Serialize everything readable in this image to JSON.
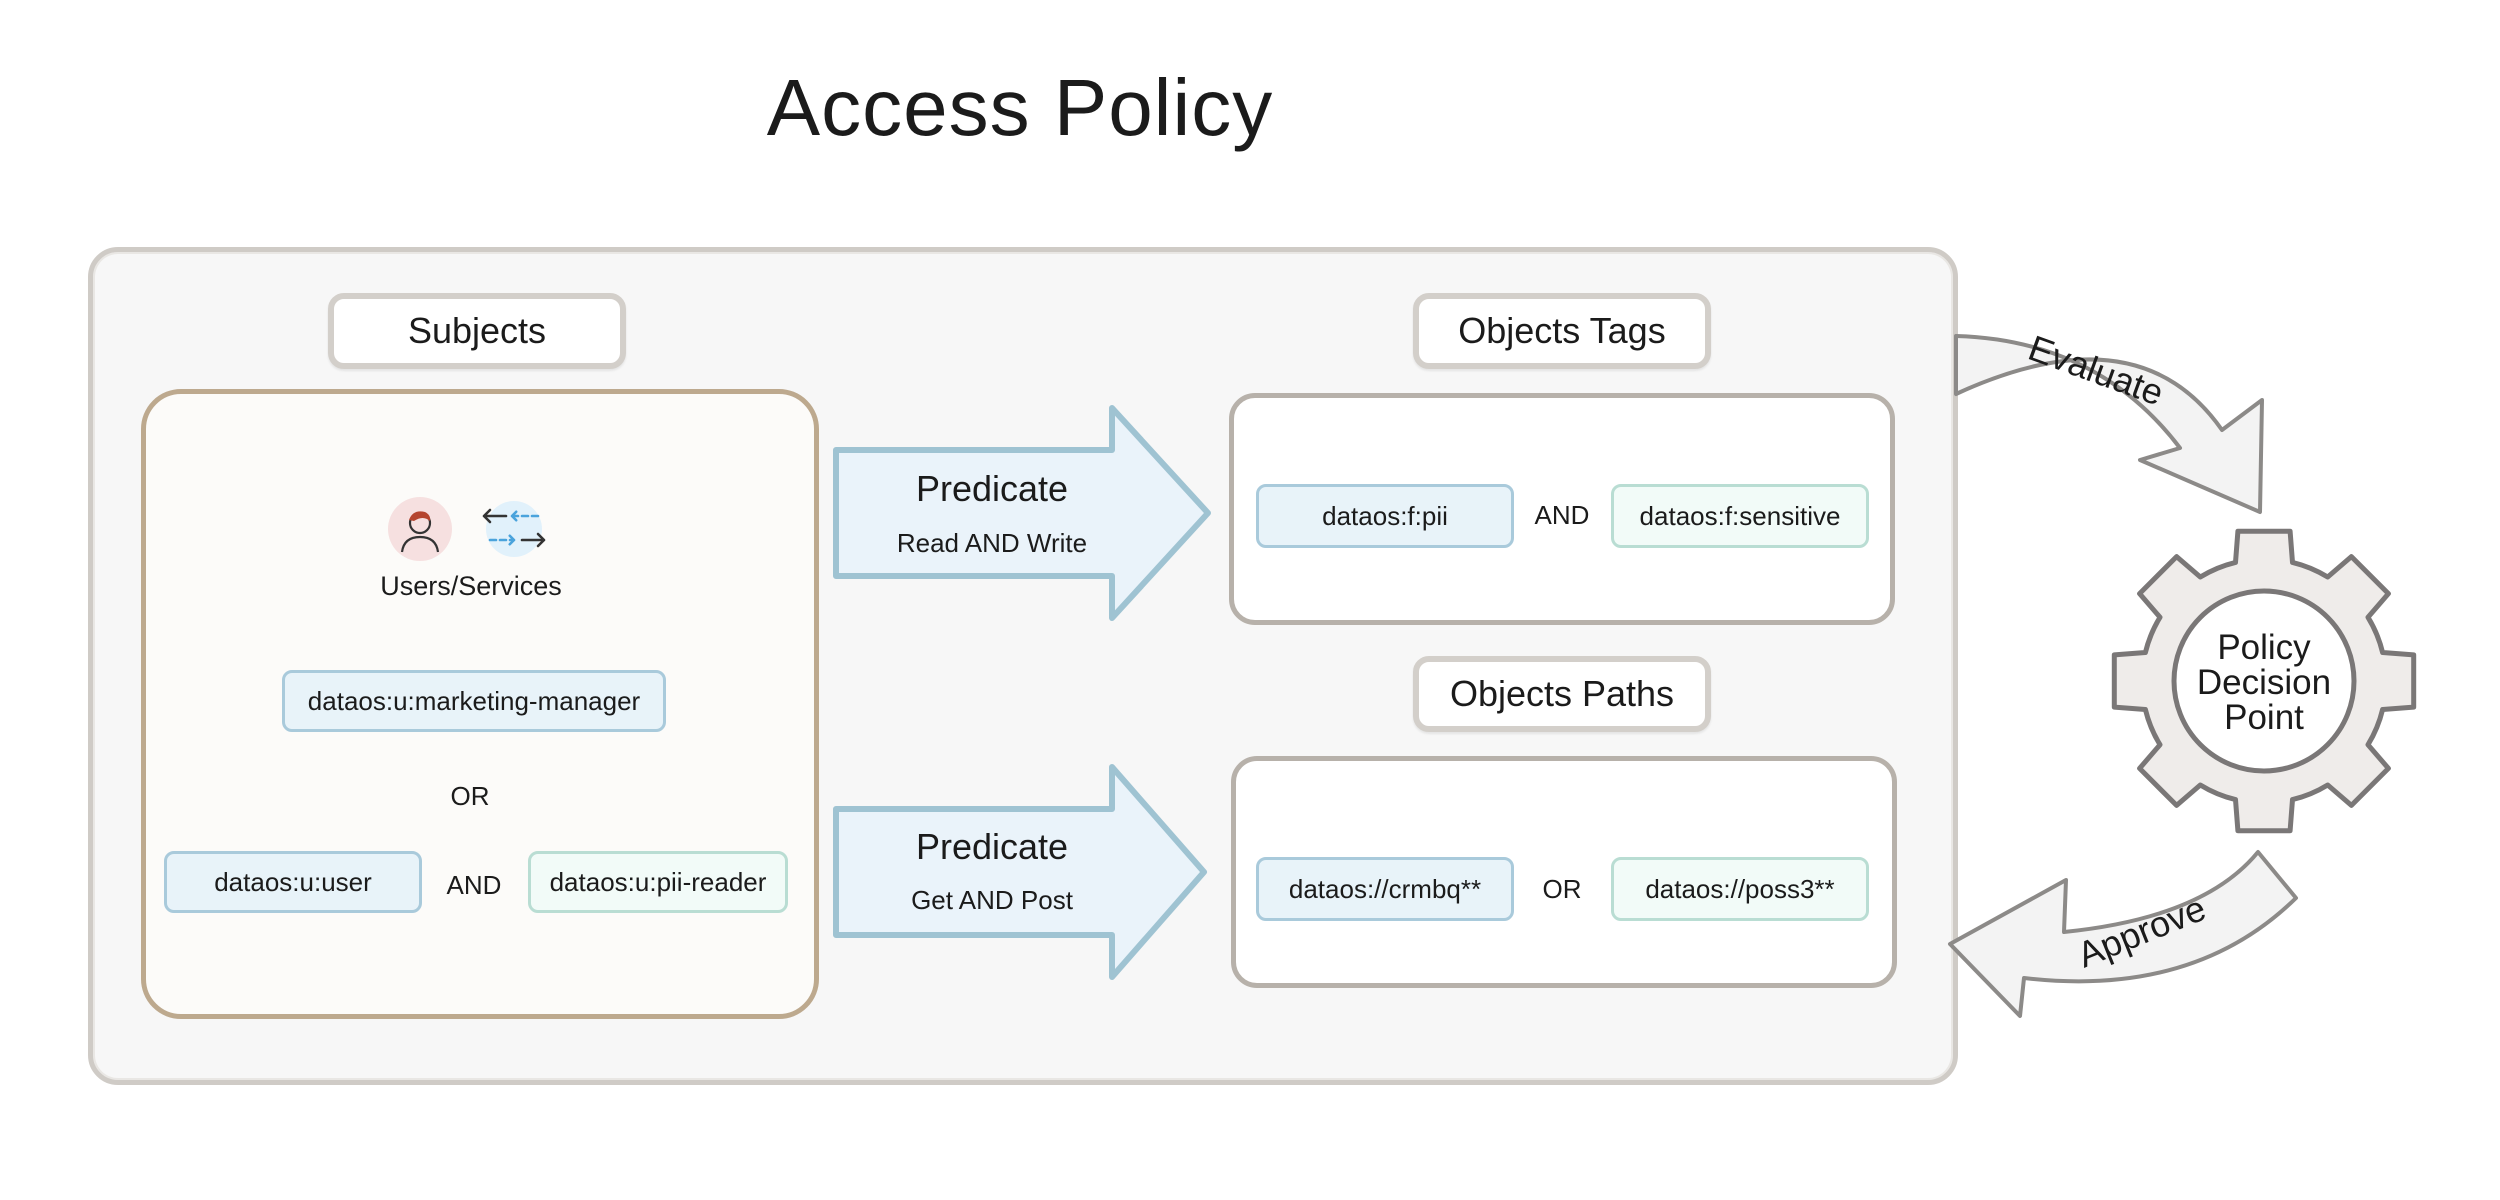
{
  "title": "Access Policy",
  "subjects": {
    "label": "Subjects",
    "caption": "Users/Services",
    "chip_primary": "dataos:u:marketing-manager",
    "or_label": "OR",
    "chip_left": "dataos:u:user",
    "and_label": "AND",
    "chip_right": "dataos:u:pii-reader"
  },
  "predicates": [
    {
      "title": "Predicate",
      "subtitle": "Read AND Write"
    },
    {
      "title": "Predicate",
      "subtitle": "Get AND Post"
    }
  ],
  "object_tags": {
    "label": "Objects Tags",
    "chip_left": "dataos:f:pii",
    "op": "AND",
    "chip_right": "dataos:f:sensitive"
  },
  "object_paths": {
    "label": "Objects Paths",
    "chip_left": "dataos://crmbq**",
    "op": "OR",
    "chip_right": "dataos://poss3**"
  },
  "flow": {
    "evaluate": "Evaluate",
    "approve": "Approve",
    "decision_point": [
      "Policy",
      "Decision",
      "Point"
    ]
  },
  "colors": {
    "arrow_fill": "#eaf3fa",
    "arrow_stroke": "#9fc3d2",
    "chip_blue": "#e8f3f9",
    "chip_mint": "#f2fbf8",
    "subjects_border": "#bda98e",
    "gear_fill": "#efecea",
    "gear_stroke": "#7a7777"
  },
  "icons": [
    "user-avatar-icon",
    "exchange-arrows-icon",
    "gear-icon"
  ]
}
